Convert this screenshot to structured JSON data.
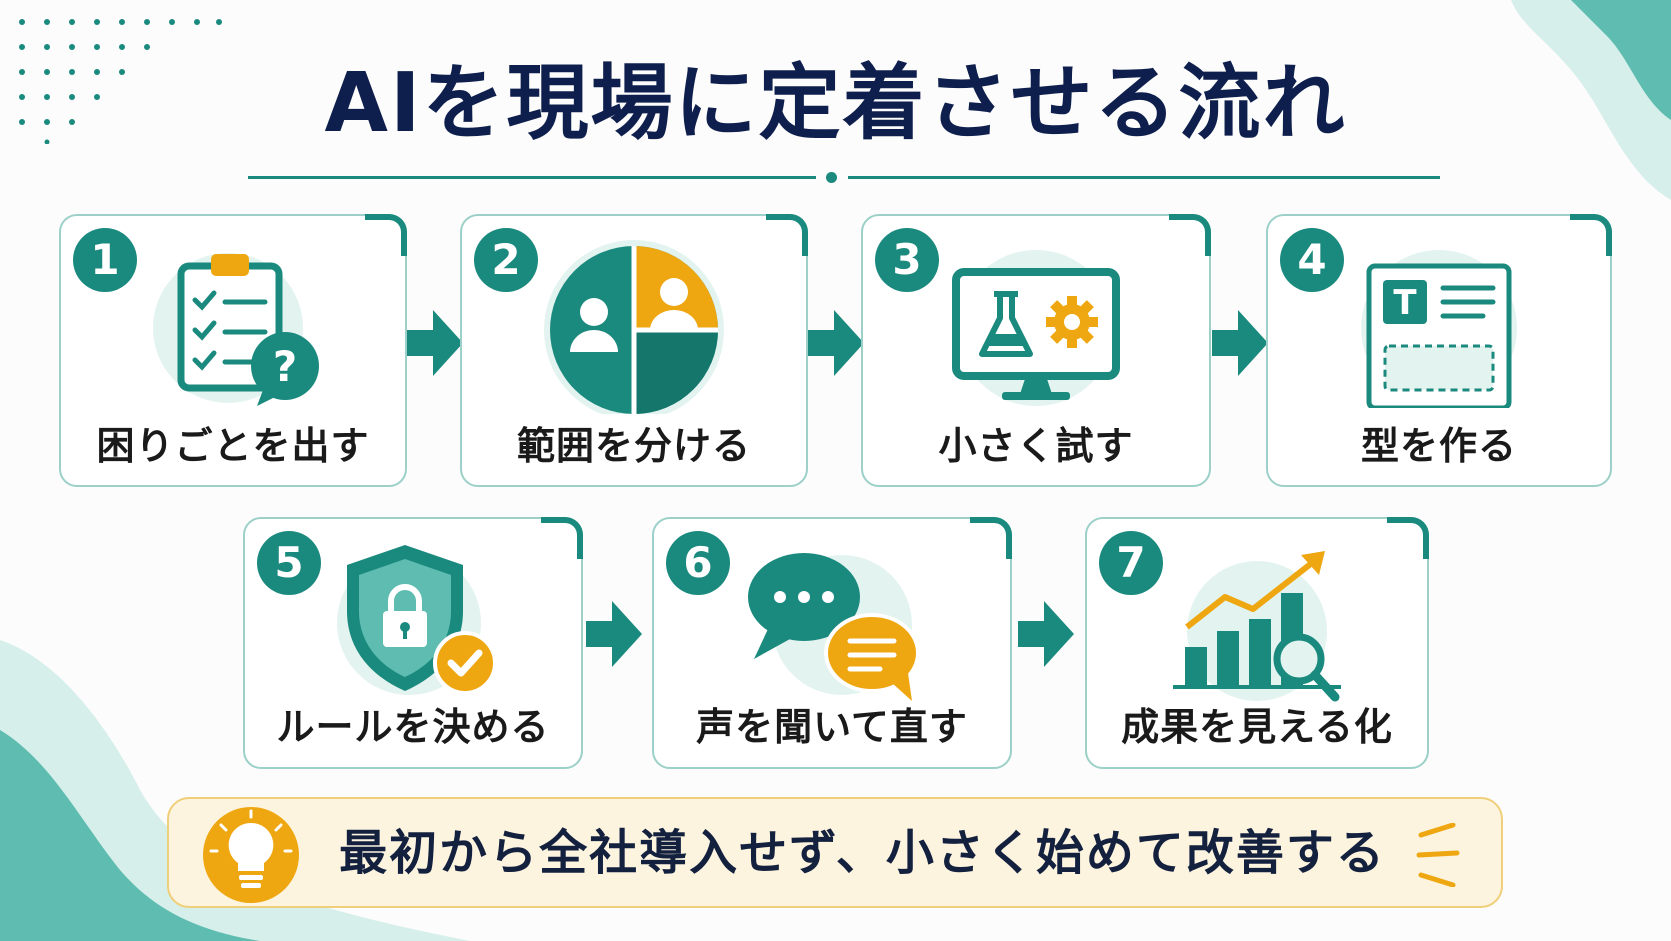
{
  "title": "AIを現場に定着させる流れ",
  "steps": [
    {
      "number": "1",
      "label": "困りごとを出す",
      "icon": "clipboard-question-icon"
    },
    {
      "number": "2",
      "label": "範囲を分ける",
      "icon": "pie-chart-people-icon"
    },
    {
      "number": "3",
      "label": "小さく試す",
      "icon": "monitor-flask-gear-icon"
    },
    {
      "number": "4",
      "label": "型を作る",
      "icon": "template-icon"
    },
    {
      "number": "5",
      "label": "ルールを決める",
      "icon": "shield-lock-check-icon"
    },
    {
      "number": "6",
      "label": "声を聞いて直す",
      "icon": "speech-bubbles-icon"
    },
    {
      "number": "7",
      "label": "成果を見える化",
      "icon": "growth-chart-magnifier-icon"
    }
  ],
  "banner": {
    "text": "最初から全社導入せず、小さく始めて改善する",
    "icon": "lightbulb-icon"
  },
  "colors": {
    "teal": "#1b8a7e",
    "gold": "#efa711",
    "navy": "#0f1f4d",
    "banner_bg": "#fcf4df"
  }
}
